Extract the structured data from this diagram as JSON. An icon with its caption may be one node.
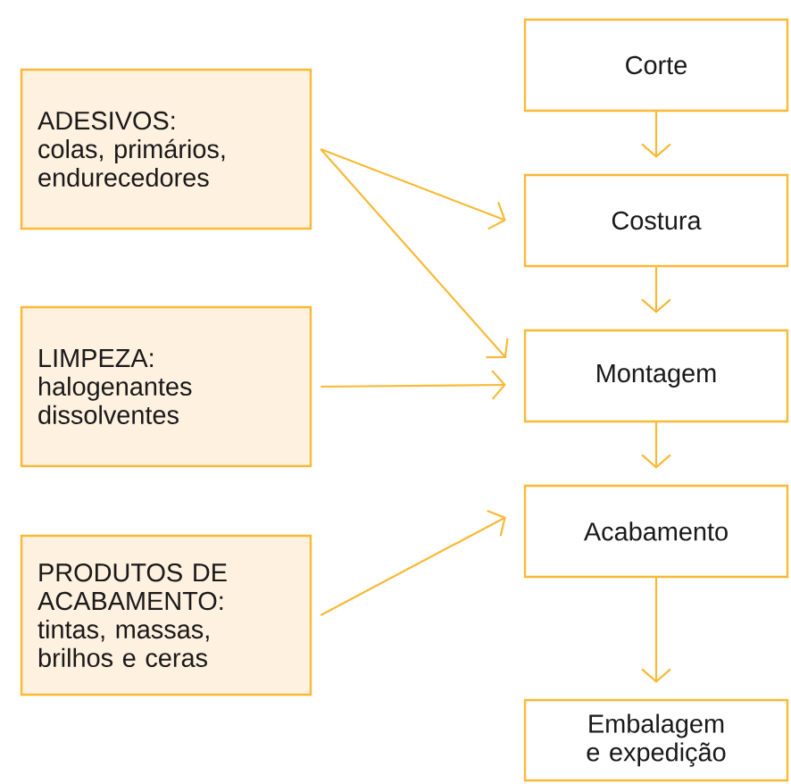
{
  "diagram": {
    "nodes": [
      {
        "text": [
          "Corte"
        ]
      },
      {
        "text": [
          "Costura"
        ]
      },
      {
        "text": [
          "Montagem"
        ]
      },
      {
        "text": [
          "Acabamento"
        ]
      },
      {
        "text": [
          "Embalagem e expedição"
        ]
      },
      {
        "text": [
          "ADESIVOS:",
          "colas, primários, endurecedores"
        ]
      },
      {
        "text": [
          "LIMPEZA:",
          "halogenantes dissolventes"
        ]
      },
      {
        "text": [
          "PRODUTOS DE ACABAMENTO:",
          "tintas, massas, brilhos e ceras"
        ]
      }
    ],
    "edges": [
      {
        "from": 0,
        "to": 1,
        "arrow": "to"
      },
      {
        "from": 1,
        "to": 2,
        "arrow": "to"
      },
      {
        "from": 2,
        "to": 3,
        "arrow": "to"
      },
      {
        "from": 3,
        "to": 4,
        "arrow": "to"
      },
      {
        "from": 5,
        "to": 1,
        "arrow": "to"
      },
      {
        "from": 5,
        "to": 2,
        "arrow": "to"
      },
      {
        "from": 6,
        "to": 2,
        "arrow": "to"
      },
      {
        "from": 7,
        "to": 3,
        "arrow": "to"
      }
    ]
  }
}
